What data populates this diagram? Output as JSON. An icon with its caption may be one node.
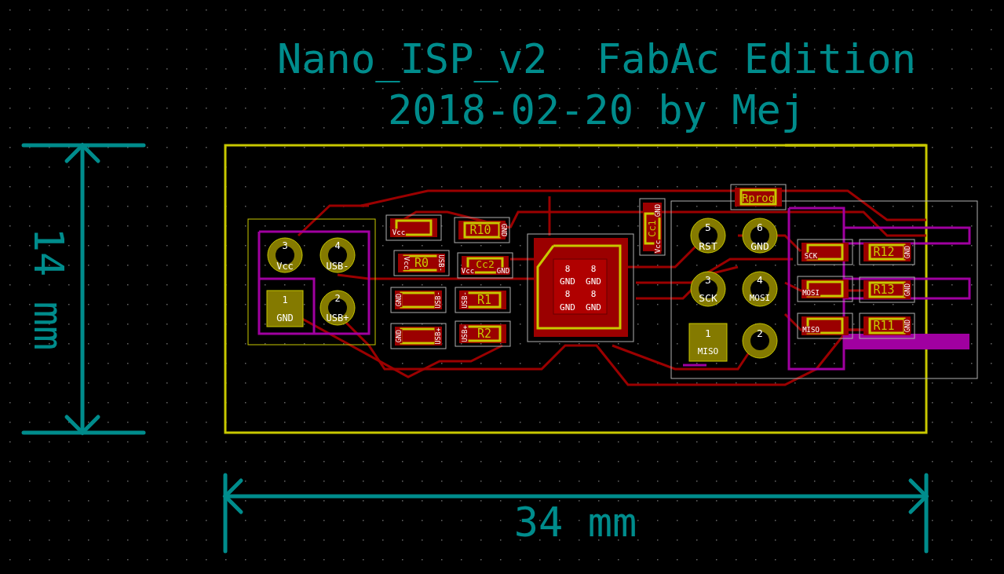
{
  "diagram": {
    "title": "Nano_ISP_v2  FabAc Edition",
    "labels": [
      "2018-02-20 by Mej",
      "14 mm",
      "34 mm",
      "3",
      "Vcc",
      "4",
      "USB-",
      "1",
      "GND",
      "2",
      "USB+",
      "Vcc",
      "R10",
      "GND",
      "Vcc",
      "R0",
      "USB-",
      "Vcc",
      "Cc2",
      "GND",
      "GND",
      "USB-",
      "USB-",
      "R1",
      "GND",
      "USB+",
      "USB+",
      "R2",
      "GND",
      "Cc1",
      "Vcc",
      "8",
      "8",
      "GND",
      "GND",
      "8",
      "8",
      "GND",
      "GND",
      "Rprog",
      "5",
      "RST",
      "6",
      "GND",
      "3",
      "SCK",
      "4",
      "MOSI",
      "1",
      "MISO",
      "2",
      "SCK",
      "R12",
      "GND",
      "MOSI",
      "R13",
      "GND",
      "MISO",
      "R11",
      "GND"
    ]
  }
}
